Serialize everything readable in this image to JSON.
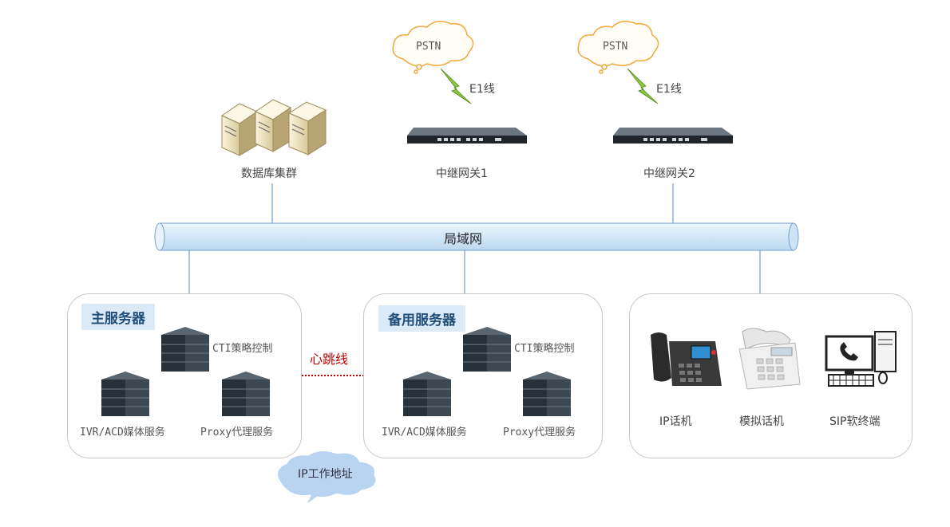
{
  "pstn": [
    "PSTN",
    "PSTN"
  ],
  "e1": [
    "E1线",
    "E1线"
  ],
  "gateways": [
    "中继网关1",
    "中继网关2"
  ],
  "db_cluster": "数据库集群",
  "lan": "局域网",
  "primary": {
    "title": "主服务器",
    "cti": "CTI策略控制",
    "ivr": "IVR/ACD媒体服务",
    "proxy": "Proxy代理服务"
  },
  "backup": {
    "title": "备用服务器",
    "cti": "CTI策略控制",
    "ivr": "IVR/ACD媒体服务",
    "proxy": "Proxy代理服务"
  },
  "heartbeat": "心跳线",
  "ip_address": "IP工作地址",
  "terminals": {
    "ip_phone": "IP话机",
    "analog_phone": "模拟话机",
    "sip_softphone": "SIP软终端"
  },
  "colors": {
    "link": "#5b87c4",
    "heartbeat": "#c00000",
    "lan_fill": "#d6e8f8",
    "cloud_pstn": "#f2a93b",
    "cloud_ip": "#b8d4f0",
    "lightning": "#8dc63f"
  }
}
